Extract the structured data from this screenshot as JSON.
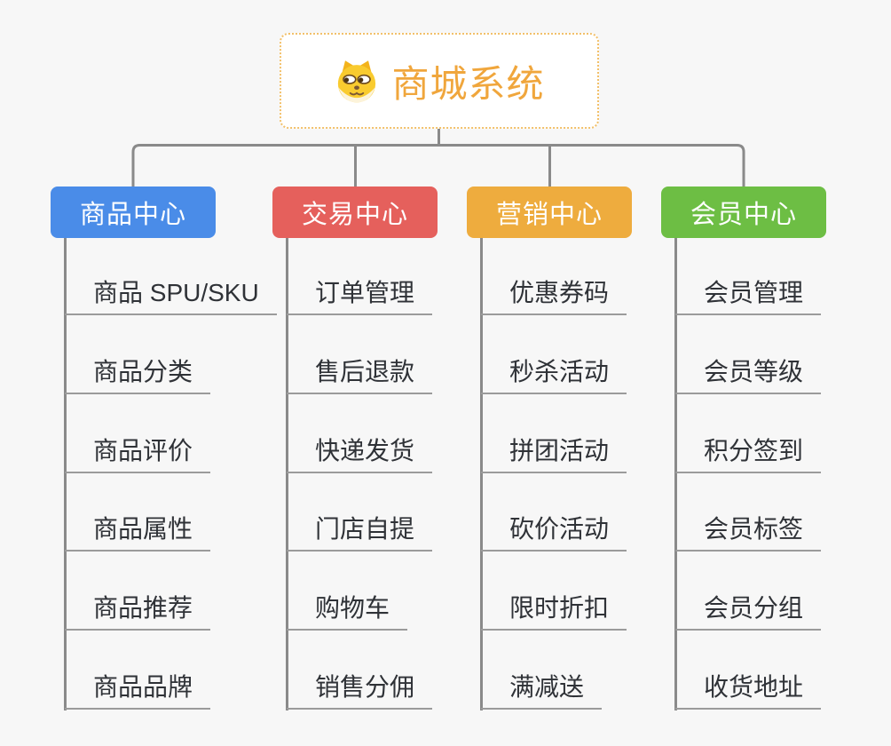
{
  "root": {
    "title": "商城系统",
    "icon": "shiba-dog-icon",
    "title_color": "#F0A63C",
    "border_color": "#F2C06A"
  },
  "branches": [
    {
      "label": "商品中心",
      "color": "#4A8CE8",
      "items": [
        "商品 SPU/SKU",
        "商品分类",
        "商品评价",
        "商品属性",
        "商品推荐",
        "商品品牌"
      ]
    },
    {
      "label": "交易中心",
      "color": "#E5605C",
      "items": [
        "订单管理",
        "售后退款",
        "快递发货",
        "门店自提",
        "购物车",
        "销售分佣"
      ]
    },
    {
      "label": "营销中心",
      "color": "#EEAC3E",
      "items": [
        "优惠券码",
        "秒杀活动",
        "拼团活动",
        "砍价活动",
        "限时折扣",
        "满减送"
      ]
    },
    {
      "label": "会员中心",
      "color": "#6DBE44",
      "items": [
        "会员管理",
        "会员等级",
        "积分签到",
        "会员标签",
        "会员分组",
        "收货地址"
      ]
    }
  ],
  "colors": {
    "background": "#F7F7F7",
    "connector": "#8A8A8A",
    "underline": "#9B9B9B",
    "item_text": "#2F3237",
    "branch_text": "#FFFFFF"
  }
}
